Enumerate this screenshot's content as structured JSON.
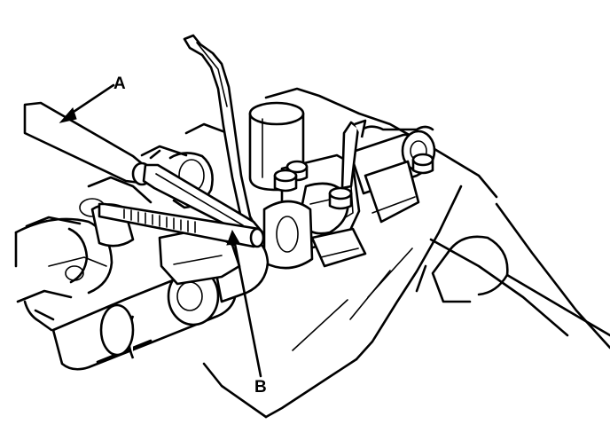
{
  "figure": {
    "callouts": [
      {
        "id": "A",
        "text": "A"
      },
      {
        "id": "B",
        "text": "B"
      }
    ]
  }
}
